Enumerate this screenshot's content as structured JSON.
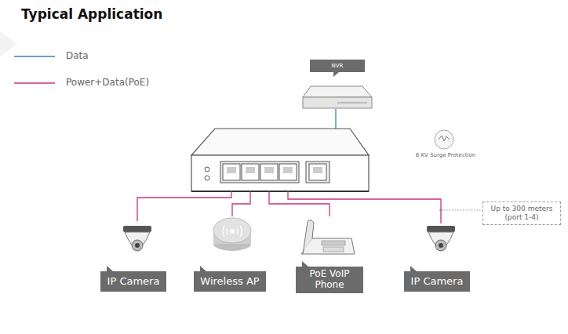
{
  "diagram": {
    "title": "Typical Application",
    "nodes": [
      {
        "text": [
          "NVR"
        ]
      },
      {
        "text": [
          "IP Camera"
        ]
      },
      {
        "text": [
          "Wireless AP"
        ]
      },
      {
        "text": [
          "PoE VoIP Phone"
        ]
      },
      {
        "text": [
          "IP Camera"
        ]
      },
      {
        "text": [
          "Up to 300 meters (port 1-4)"
        ]
      }
    ],
    "labels": [
      "6 KV Surge Protection"
    ],
    "legend": [
      {
        "text": "Data"
      },
      {
        "text": "Power+Data(PoE)"
      }
    ]
  }
}
